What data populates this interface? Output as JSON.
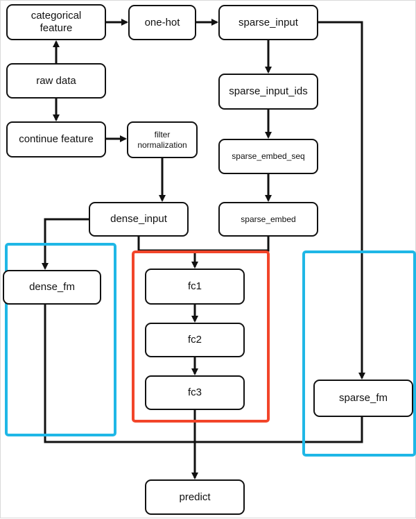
{
  "nodes": {
    "categorical_feature": "categorical\nfeature",
    "one_hot": "one-hot",
    "sparse_input": "sparse_input",
    "raw_data": "raw data",
    "sparse_input_ids": "sparse_input_ids",
    "continue_feature": "continue feature",
    "filter_normalization": "filter\nnormalization",
    "sparse_embed_seq": "sparse_embed_seq",
    "dense_input": "dense_input",
    "sparse_embed": "sparse_embed",
    "dense_fm": "dense_fm",
    "fc1": "fc1",
    "fc2": "fc2",
    "fc3": "fc3",
    "sparse_fm": "sparse_fm",
    "predict": "predict"
  },
  "colors": {
    "dense_fm_group": "#1fb7e6",
    "fc_group": "#f2452a",
    "sparse_fm_group": "#1fb7e6",
    "line": "#111111"
  }
}
